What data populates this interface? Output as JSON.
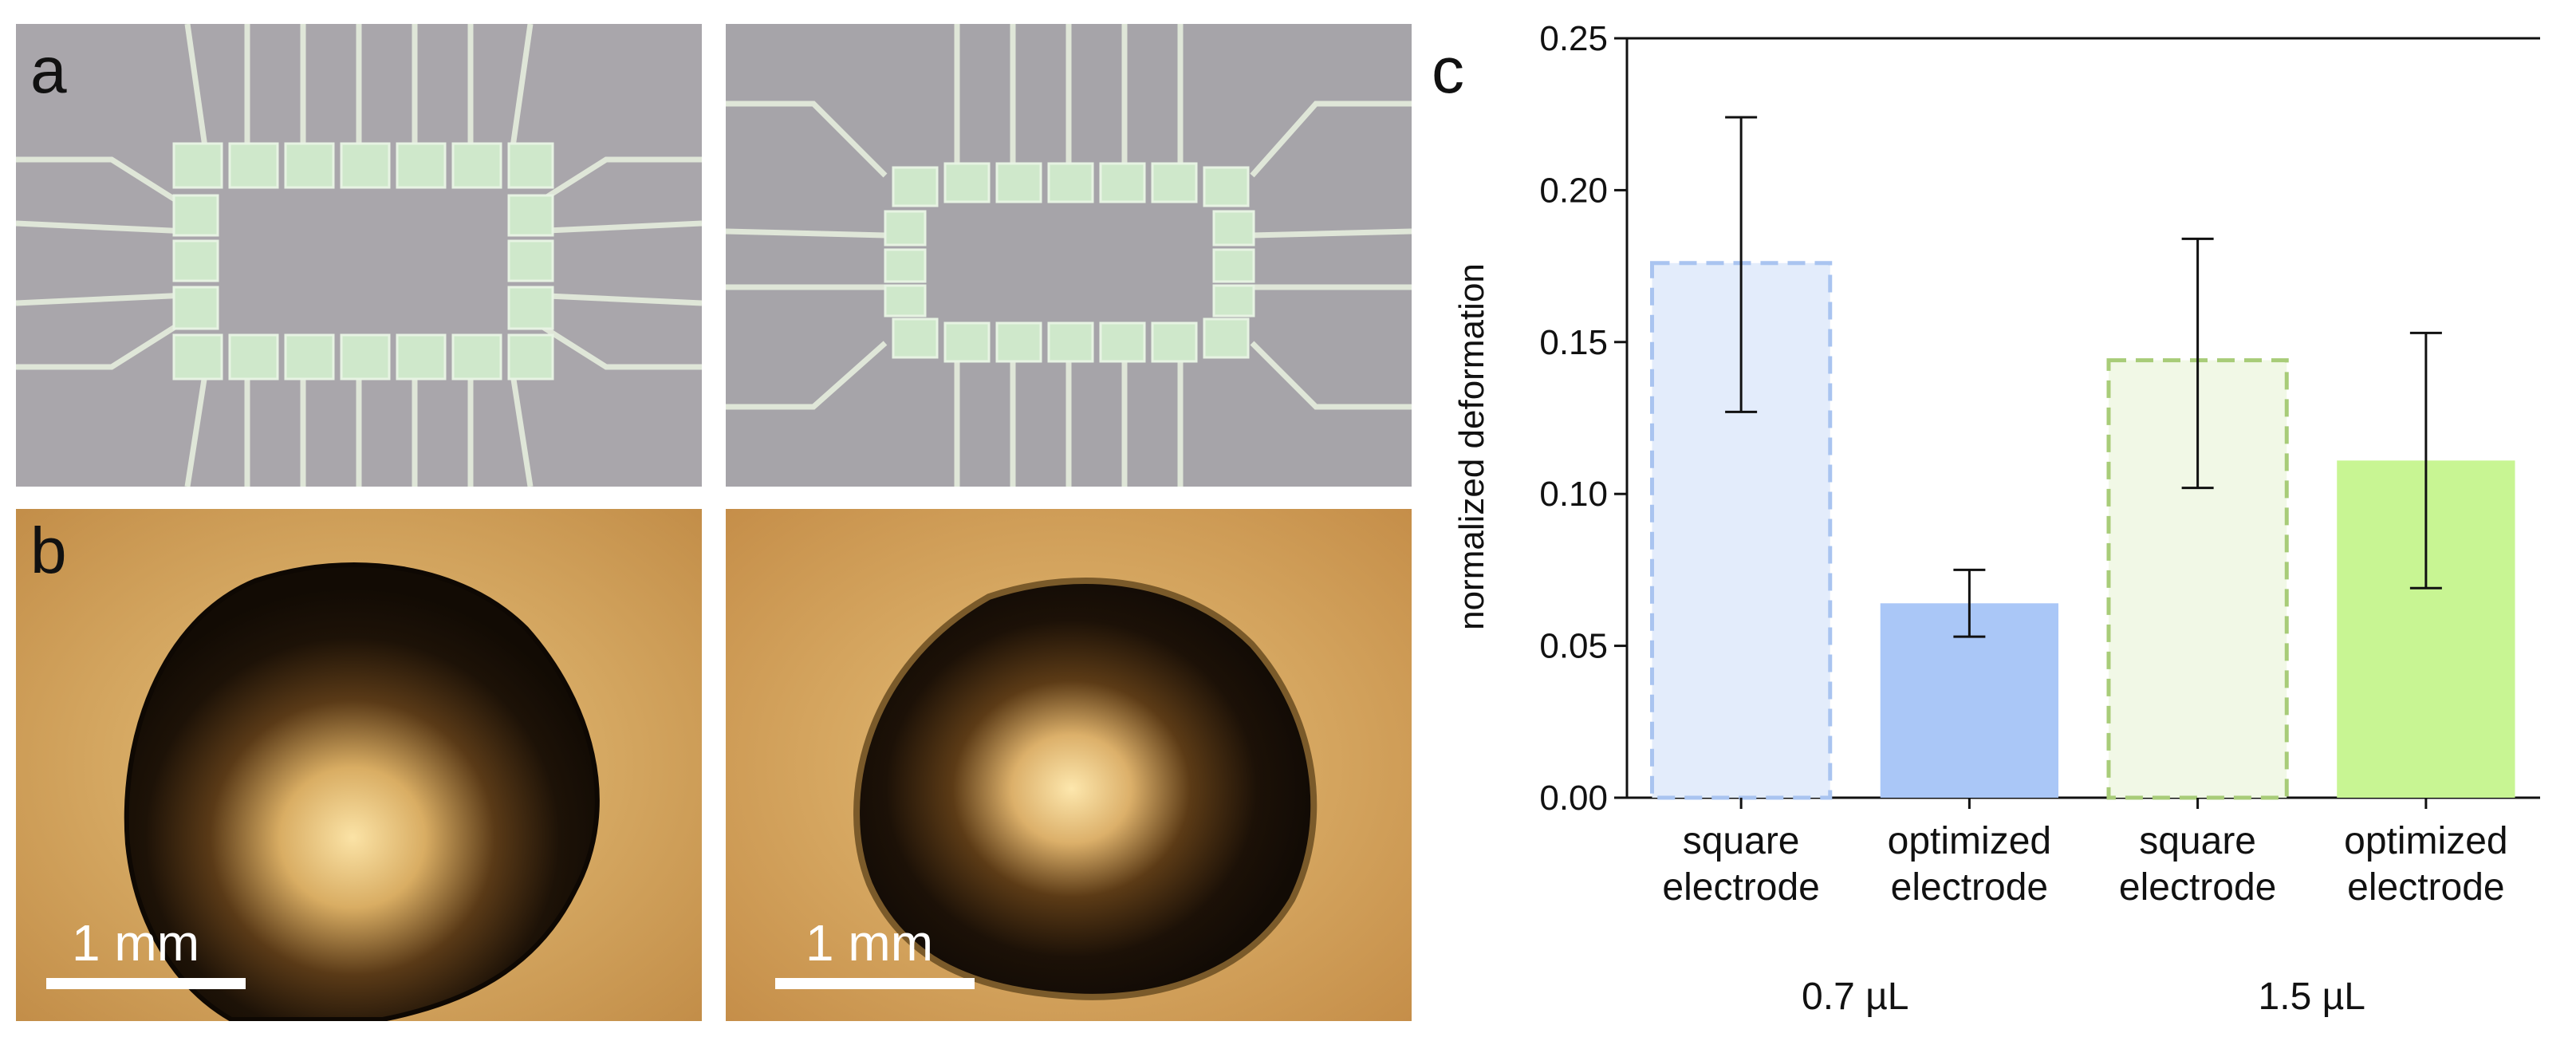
{
  "figure": {
    "panel_letters": {
      "a": "a",
      "b": "b",
      "c": "c"
    },
    "scale_bar_label_left": "1 mm",
    "scale_bar_label_right": "1 mm"
  },
  "chart_data": {
    "type": "bar",
    "ylabel": "normalized deformation",
    "ylim": [
      0,
      0.25
    ],
    "yticks": [
      "0.00",
      "0.05",
      "0.10",
      "0.15",
      "0.20",
      "0.25"
    ],
    "categories": [
      [
        "square",
        "electrode"
      ],
      [
        "optimized",
        "electrode"
      ],
      [
        "square",
        "electrode"
      ],
      [
        "optimized",
        "electrode"
      ]
    ],
    "groups": [
      "0.7 µL",
      "1.5 µL"
    ],
    "values": [
      0.176,
      0.064,
      0.144,
      0.111
    ],
    "error_low": [
      0.127,
      0.053,
      0.102,
      0.069
    ],
    "error_high": [
      0.224,
      0.075,
      0.184,
      0.153
    ],
    "colors": {
      "blue_fill_light": "#e3ecfb",
      "blue_fill": "#aac7f7",
      "blue_dash": "#a9c4f0",
      "green_fill_light": "#f1f8e6",
      "green_fill": "#c8f593",
      "green_dash": "#a8cc78"
    }
  }
}
